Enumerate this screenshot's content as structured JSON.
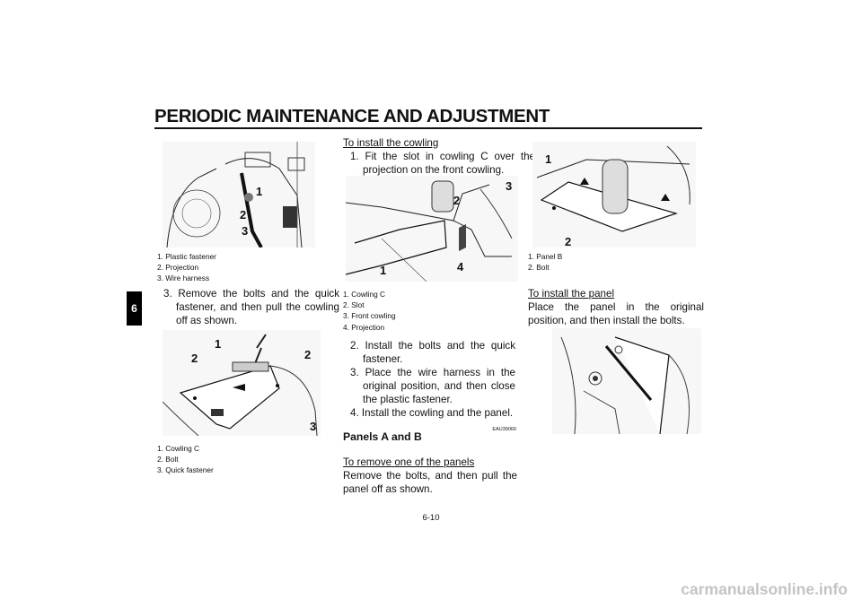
{
  "header": {
    "title": "PERIODIC MAINTENANCE AND ADJUSTMENT",
    "chapter_tab": "6"
  },
  "col1": {
    "fig1": {
      "callouts": [
        "1",
        "2",
        "3"
      ]
    },
    "cap1": [
      "1.  Plastic fastener",
      "2.  Projection",
      "3.  Wire harness"
    ],
    "step3": "3.  Remove the bolts and the quick fastener, and then pull the cowling off as shown.",
    "fig2": {
      "callouts": [
        "1",
        "2",
        "2",
        "3"
      ]
    },
    "cap2": [
      "1.  Cowling C",
      "2.  Bolt",
      "3.  Quick fastener"
    ]
  },
  "col2": {
    "install_heading": "To install the cowling",
    "step1": "1.  Fit the slot in cowling C over the projection on the front cowling.",
    "fig3": {
      "callouts": [
        "1",
        "2",
        "3",
        "4"
      ]
    },
    "cap3": [
      "1.  Cowling C",
      "2.  Slot",
      "3.  Front cowling",
      "4.  Projection"
    ],
    "steps": [
      "2.  Install the bolts and the quick fastener.",
      "3.  Place the wire harness in the original position, and then close the plastic fastener.",
      "4.  Install the cowling and the panel."
    ],
    "code": "EAU39060",
    "panels_heading": "Panels A and B",
    "remove_heading": "To remove one of the panels",
    "remove_text": "Remove the bolts, and then pull the panel off as shown."
  },
  "col3": {
    "fig4": {
      "callouts": [
        "1",
        "2"
      ]
    },
    "cap4": [
      "1.  Panel B",
      "2.  Bolt"
    ],
    "install_panel_heading": "To install the panel",
    "install_panel_text": "Place the panel in the original position, and then install the bolts."
  },
  "footer": {
    "page": "6-10"
  },
  "watermark": "carmanualsonline.info"
}
